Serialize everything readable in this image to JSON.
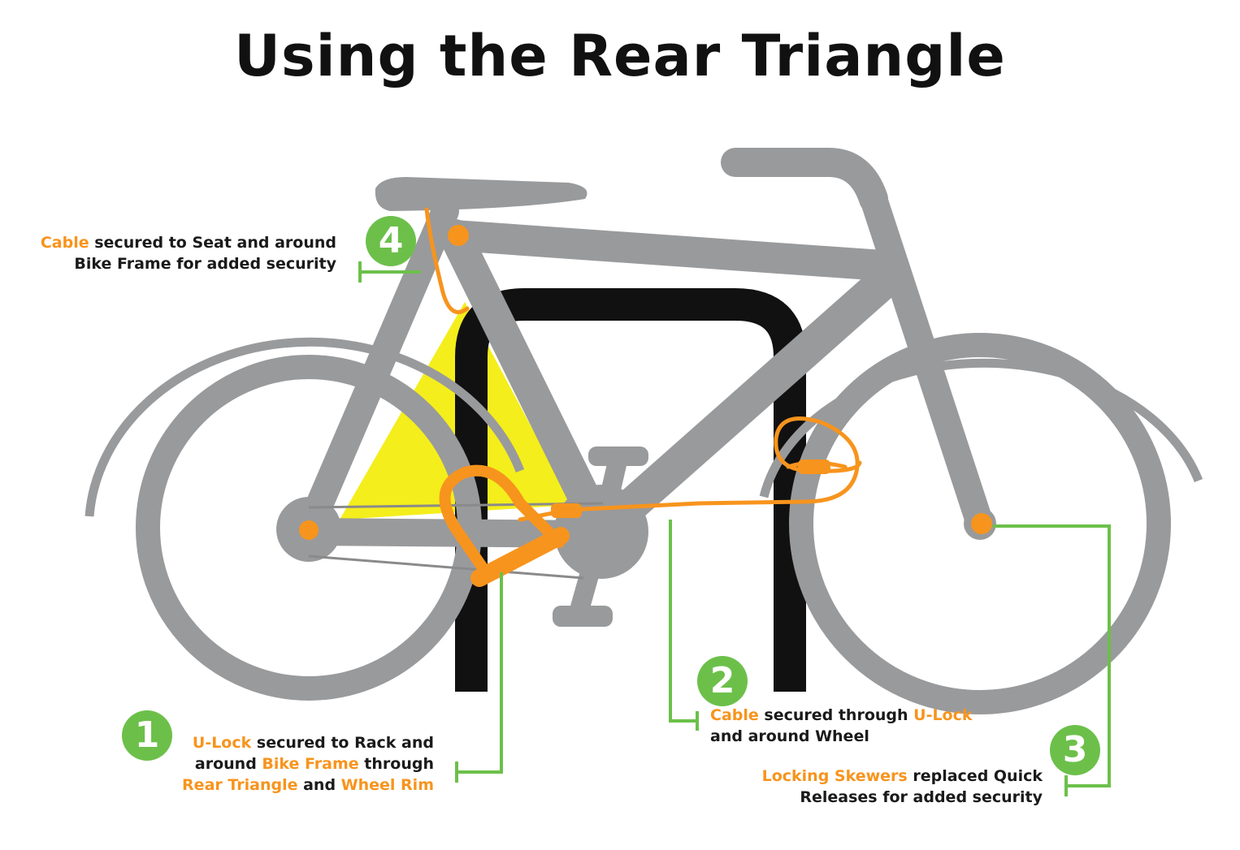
{
  "title": "Using the Rear Triangle",
  "colors": {
    "bike_frame": "#999a9c",
    "rack": "#111111",
    "rear_triangle_fill": "#f4ee1c",
    "lock_orange": "#f7941d",
    "callout_green": "#6cc04a",
    "highlight_text": "#f7941d"
  },
  "callouts": [
    {
      "number": "1",
      "lines": [
        [
          {
            "text": "U-Lock",
            "hl": true
          },
          {
            "text": " secured to Rack and",
            "hl": false
          }
        ],
        [
          {
            "text": "around ",
            "hl": false
          },
          {
            "text": "Bike Frame",
            "hl": true
          },
          {
            "text": " through",
            "hl": false
          }
        ],
        [
          {
            "text": "Rear Triangle",
            "hl": true
          },
          {
            "text": " and ",
            "hl": false
          },
          {
            "text": "Wheel Rim",
            "hl": true
          }
        ]
      ]
    },
    {
      "number": "2",
      "lines": [
        [
          {
            "text": "Cable",
            "hl": true
          },
          {
            "text": " secured through ",
            "hl": false
          },
          {
            "text": "U-Lock",
            "hl": true
          }
        ],
        [
          {
            "text": "and around Wheel",
            "hl": false
          }
        ]
      ]
    },
    {
      "number": "3",
      "lines": [
        [
          {
            "text": "Locking Skewers",
            "hl": true
          },
          {
            "text": " replaced Quick",
            "hl": false
          }
        ],
        [
          {
            "text": "Releases for added security",
            "hl": false
          }
        ]
      ]
    },
    {
      "number": "4",
      "lines": [
        [
          {
            "text": "Cable",
            "hl": true
          },
          {
            "text": " secured to Seat and around",
            "hl": false
          }
        ],
        [
          {
            "text": "Bike Frame for added security",
            "hl": false
          }
        ]
      ]
    }
  ]
}
